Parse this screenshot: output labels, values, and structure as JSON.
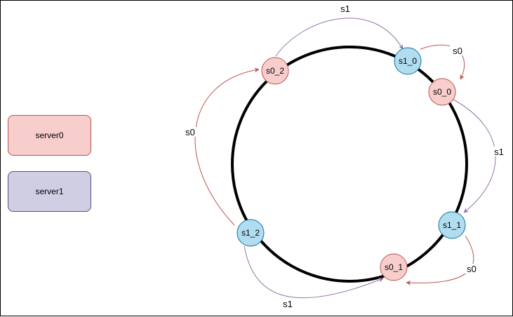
{
  "colors": {
    "server0_fill": "#f8cecc",
    "server0_stroke": "#b85450",
    "server1_fill": "#d0cee2",
    "server1_stroke": "#56517e",
    "node_s1_fill": "#b1ddf0",
    "node_s1_stroke": "#10739e",
    "ring": "#000000",
    "arrow_s0": "#b85450",
    "arrow_s1": "#9673a6"
  },
  "legend": [
    {
      "id": "server0",
      "label": "server0"
    },
    {
      "id": "server1",
      "label": "server1"
    }
  ],
  "nodes": [
    {
      "id": "s0_2",
      "label": "s0_2",
      "server": "server0"
    },
    {
      "id": "s1_0",
      "label": "s1_0",
      "server": "server1"
    },
    {
      "id": "s0_0",
      "label": "s0_0",
      "server": "server0"
    },
    {
      "id": "s1_1",
      "label": "s1_1",
      "server": "server1"
    },
    {
      "id": "s0_1",
      "label": "s0_1",
      "server": "server0"
    },
    {
      "id": "s1_2",
      "label": "s1_2",
      "server": "server1"
    }
  ],
  "edges": [
    {
      "from": "s0_2",
      "to": "s1_0",
      "label": "s1"
    },
    {
      "from": "s1_0",
      "to": "s0_0",
      "label": "s0"
    },
    {
      "from": "s0_0",
      "to": "s1_1",
      "label": "s1"
    },
    {
      "from": "s1_1",
      "to": "s0_1",
      "label": "s0"
    },
    {
      "from": "s1_2",
      "to": "s0_1",
      "label": "s1"
    },
    {
      "from": "s1_2",
      "to": "s0_2",
      "label": "s0"
    }
  ]
}
